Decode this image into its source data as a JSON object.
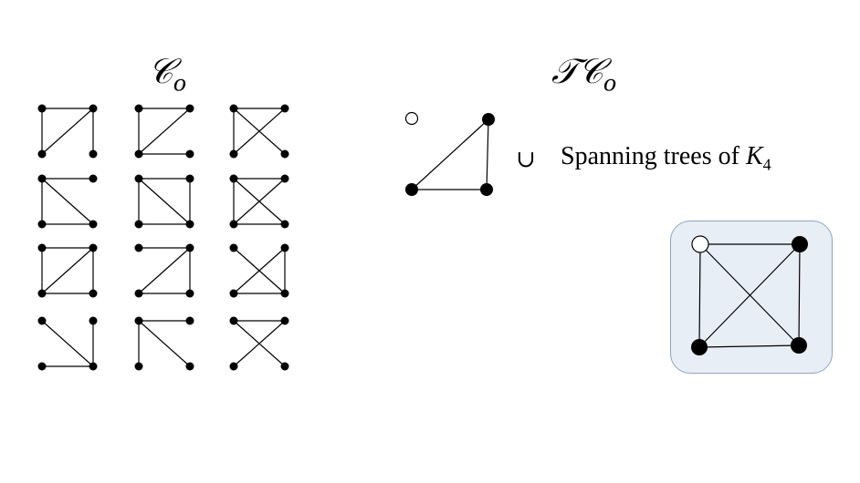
{
  "left_title": "𝒞",
  "left_title_sub": "o",
  "right_title_prefix": "𝒯𝒞",
  "right_title_sub": "o",
  "union_symbol": "∪",
  "spanning_text": "Spanning trees of ",
  "spanning_k": "K",
  "spanning_sub": "4",
  "grid": {
    "graphs": [
      {
        "edges": [
          [
            0,
            1
          ],
          [
            1,
            3
          ],
          [
            1,
            2
          ],
          [
            0,
            2
          ]
        ]
      },
      {
        "edges": [
          [
            0,
            1
          ],
          [
            0,
            2
          ],
          [
            1,
            2
          ],
          [
            2,
            3
          ]
        ]
      },
      {
        "edges": [
          [
            0,
            1
          ],
          [
            0,
            2
          ],
          [
            0,
            3
          ],
          [
            1,
            2
          ]
        ]
      },
      {
        "edges": [
          [
            0,
            1
          ],
          [
            0,
            2
          ],
          [
            0,
            3
          ],
          [
            2,
            3
          ]
        ]
      },
      {
        "edges": [
          [
            0,
            1
          ],
          [
            1,
            3
          ],
          [
            0,
            2
          ],
          [
            0,
            3
          ],
          [
            2,
            3
          ]
        ]
      },
      {
        "edges": [
          [
            0,
            1
          ],
          [
            0,
            2
          ],
          [
            0,
            3
          ],
          [
            1,
            2
          ],
          [
            2,
            3
          ]
        ]
      },
      {
        "edges": [
          [
            0,
            1
          ],
          [
            0,
            2
          ],
          [
            1,
            2
          ],
          [
            2,
            3
          ],
          [
            1,
            3
          ]
        ]
      },
      {
        "edges": [
          [
            0,
            1
          ],
          [
            1,
            3
          ],
          [
            1,
            2
          ],
          [
            2,
            3
          ]
        ]
      },
      {
        "edges": [
          [
            0,
            3
          ],
          [
            1,
            2
          ],
          [
            1,
            3
          ],
          [
            2,
            3
          ]
        ]
      },
      {
        "edges": [
          [
            0,
            3
          ],
          [
            1,
            3
          ],
          [
            2,
            3
          ]
        ]
      },
      {
        "edges": [
          [
            0,
            1
          ],
          [
            0,
            2
          ],
          [
            0,
            3
          ]
        ]
      },
      {
        "edges": [
          [
            0,
            1
          ],
          [
            0,
            3
          ],
          [
            1,
            2
          ]
        ]
      }
    ]
  },
  "triangle": {
    "open_vertex": "top-left",
    "filled": [
      "top-right",
      "bottom-left",
      "bottom-right"
    ]
  },
  "k4": {
    "open_vertex": "top-left",
    "filled": [
      "top-right",
      "bottom-left",
      "bottom-right"
    ]
  }
}
